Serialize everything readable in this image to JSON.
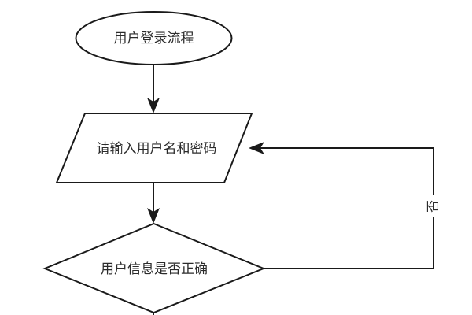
{
  "diagram": {
    "type": "flowchart",
    "direction": "top-to-bottom",
    "background_color": "#ffffff",
    "stroke_color": "#1a1a1a",
    "text_color": "#2b2b2b",
    "nodes": [
      {
        "id": "start",
        "shape": "ellipse",
        "label": "用户登录流程"
      },
      {
        "id": "input",
        "shape": "parallelogram",
        "label": "请输入用户名和密码"
      },
      {
        "id": "decision",
        "shape": "diamond",
        "label": "用户信息是否正确"
      }
    ],
    "edges": [
      {
        "id": "start-to-input",
        "from": "start",
        "to": "input",
        "label": "",
        "arrow": "down"
      },
      {
        "id": "input-to-decision",
        "from": "input",
        "to": "decision",
        "label": "",
        "arrow": "down"
      },
      {
        "id": "decision-no-loopback",
        "from": "decision",
        "to": "input",
        "label": "否",
        "arrow": "left",
        "label_rotation": -90
      },
      {
        "id": "decision-yes-down",
        "from": "decision",
        "to": "",
        "label": "",
        "arrow": "none"
      }
    ]
  }
}
